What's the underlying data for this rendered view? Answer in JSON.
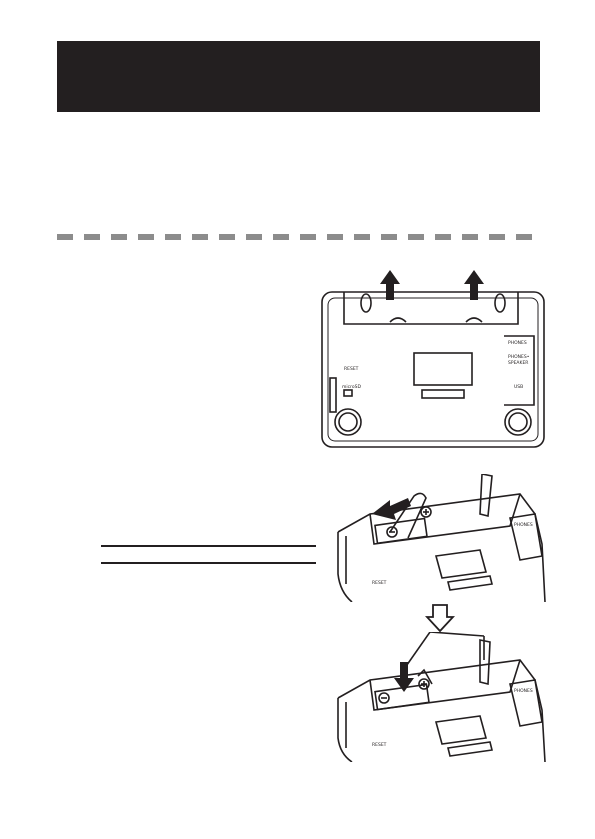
{
  "page": {
    "title_bar_color": "#231f20",
    "rule_color": "#8c8c8c"
  },
  "figures": {
    "back_panel": {
      "label_phones_top": "PHONES",
      "label_phones_mid": "PHONES•",
      "label_speaker": "SPEAKER",
      "label_usb": "USB",
      "label_reset": "RESET",
      "label_microsd": "microSD"
    },
    "battery_open": {
      "label_phones": "PHONES",
      "label_reset": "RESET"
    },
    "battery_insert": {
      "label_phones": "PHONES",
      "label_reset": "RESET"
    }
  }
}
